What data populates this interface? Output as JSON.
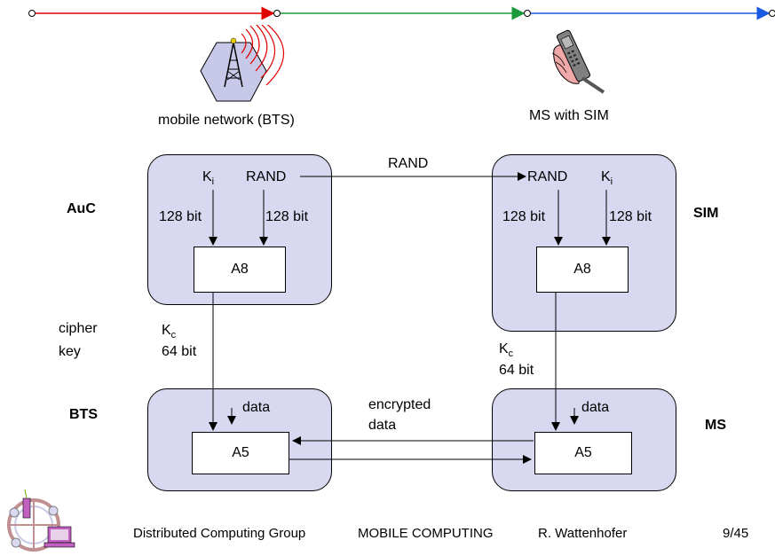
{
  "header": {
    "network_label": "mobile network (BTS)",
    "ms_label": "MS with SIM"
  },
  "sides": {
    "auc": "AuC",
    "sim": "SIM",
    "bts": "BTS",
    "ms": "MS",
    "cipher_key_1": "cipher",
    "cipher_key_2": "key"
  },
  "auc_box": {
    "ki": "K",
    "ki_sub": "i",
    "rand": "RAND",
    "bits_left": "128 bit",
    "bits_right": "128 bit",
    "alg": "A8"
  },
  "sim_box": {
    "rand": "RAND",
    "ki": "K",
    "ki_sub": "i",
    "bits_left": "128 bit",
    "bits_right": "128 bit",
    "alg": "A8"
  },
  "rand_transfer": "RAND",
  "kc_left": {
    "k": "K",
    "sub": "c",
    "bits": "64 bit"
  },
  "kc_right": {
    "k": "K",
    "sub": "c",
    "bits": "64 bit"
  },
  "bts_box": {
    "data": "data",
    "alg": "A5"
  },
  "ms_box": {
    "data": "data",
    "alg": "A5"
  },
  "encrypted": {
    "line1": "encrypted",
    "line2": "data"
  },
  "footer": {
    "group": "Distributed Computing Group",
    "course": "MOBILE COMPUTING",
    "author": "R. Wattenhofer",
    "page": "9/45"
  },
  "colors": {
    "box_fill": "#d8d8f0",
    "line_red": "#e00000",
    "line_green": "#1a9a3a",
    "line_blue": "#1a5ae0"
  }
}
